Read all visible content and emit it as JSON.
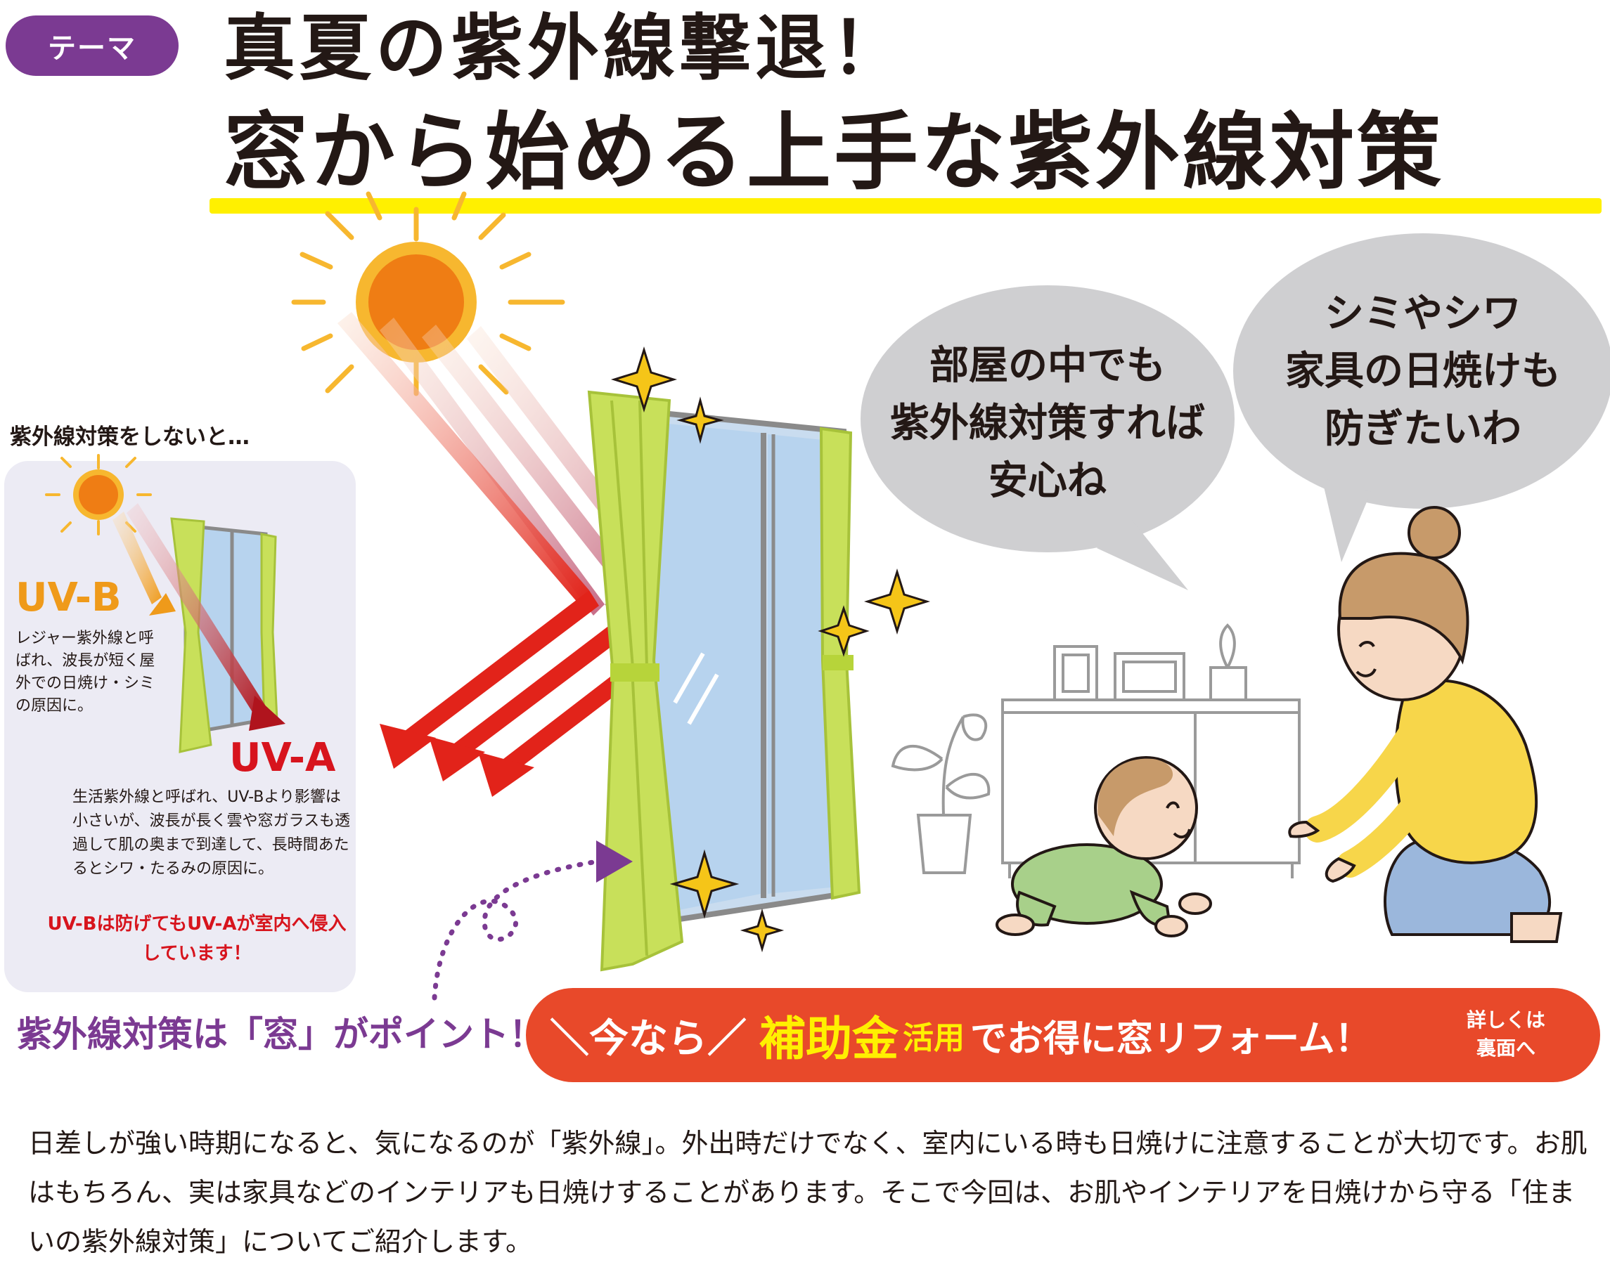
{
  "header": {
    "tag": "テーマ",
    "title_line1": "真夏の紫外線撃退！",
    "title_line2": "窓から始める上手な紫外線対策"
  },
  "infobox": {
    "heading": "紫外線対策をしないと…",
    "uvb_label": "UV-B",
    "uvb_desc": "レジャー紫外線と呼ばれ、波長が短く屋外での日焼け・シミの原因に。",
    "uva_label": "UV-A",
    "uva_desc": "生活紫外線と呼ばれ、UV-Bより影響は小さいが、波長が長く雲や窓ガラスも透過して肌の奥まで到達して、長時間あたるとシワ・たるみの原因に。",
    "warning": "UV-Bは防げてもUV-Aが室内へ侵入しています！"
  },
  "bubbles": {
    "left": [
      "部屋の中でも",
      "紫外線対策すれば",
      "安心ね"
    ],
    "right": [
      "シミやシワ",
      "家具の日焼けも",
      "防ぎたいわ"
    ]
  },
  "point_line": "紫外線対策は「窓」がポイント！",
  "banner": {
    "now": "＼今なら／",
    "subsidy": "補助金",
    "use": "活用",
    "rest": "でお得に窓リフォーム！",
    "detail_line1": "詳しくは",
    "detail_line2": "裏面へ"
  },
  "body_text": "日差しが強い時期になると、気になるのが「紫外線」。外出時だけでなく、室内にいる時も日焼けに注意することが大切です。お肌はもちろん、実は家具などのインテリアも日焼けすることがあります。そこで今回は、お肌やインテリアを日焼けから守る「住まいの紫外線対策」についてご紹介します。",
  "colors": {
    "tag_purple": "#7b3a92",
    "title_underline": "#fff000",
    "uvb_orange": "#ef9a1a",
    "uva_red": "#d7141d",
    "banner_red": "#e8492a",
    "curtain_green": "#c8e05a",
    "window_blue": "#b7d3ee",
    "bubble_gray": "#cfcfd1"
  }
}
